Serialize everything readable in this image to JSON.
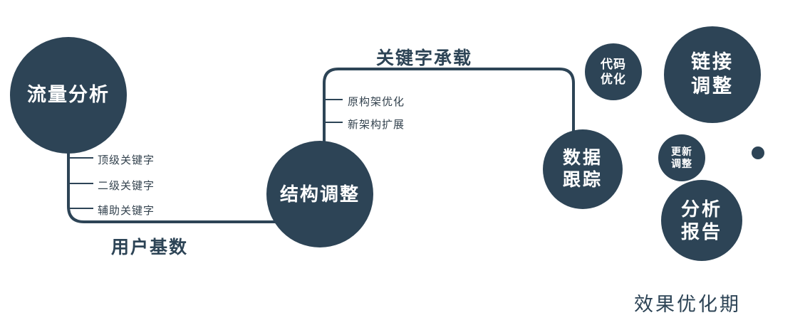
{
  "colors": {
    "primary": "#2d4456",
    "branch_text": "#33424e",
    "background": "#ffffff",
    "node_text": "#ffffff"
  },
  "nodes": {
    "traffic": {
      "label": "流量分析"
    },
    "structure": {
      "label": "结构调整"
    },
    "tracking": {
      "line1": "数据",
      "line2": "跟踪"
    },
    "code": {
      "line1": "代码",
      "line2": "优化"
    },
    "link": {
      "line1": "链接",
      "line2": "调整"
    },
    "update": {
      "line1": "更新",
      "line2": "调整"
    },
    "report": {
      "line1": "分析",
      "line2": "报告"
    }
  },
  "edge_labels": {
    "user_base": "用户基数",
    "keyword_load": "关键字承载"
  },
  "phase_label": "效果优化期",
  "branches": {
    "traffic_b1": "顶级关键字",
    "traffic_b2": "二级关键字",
    "traffic_b3": "辅助关键字",
    "structure_b1": "原构架优化",
    "structure_b2": "新架构扩展"
  }
}
